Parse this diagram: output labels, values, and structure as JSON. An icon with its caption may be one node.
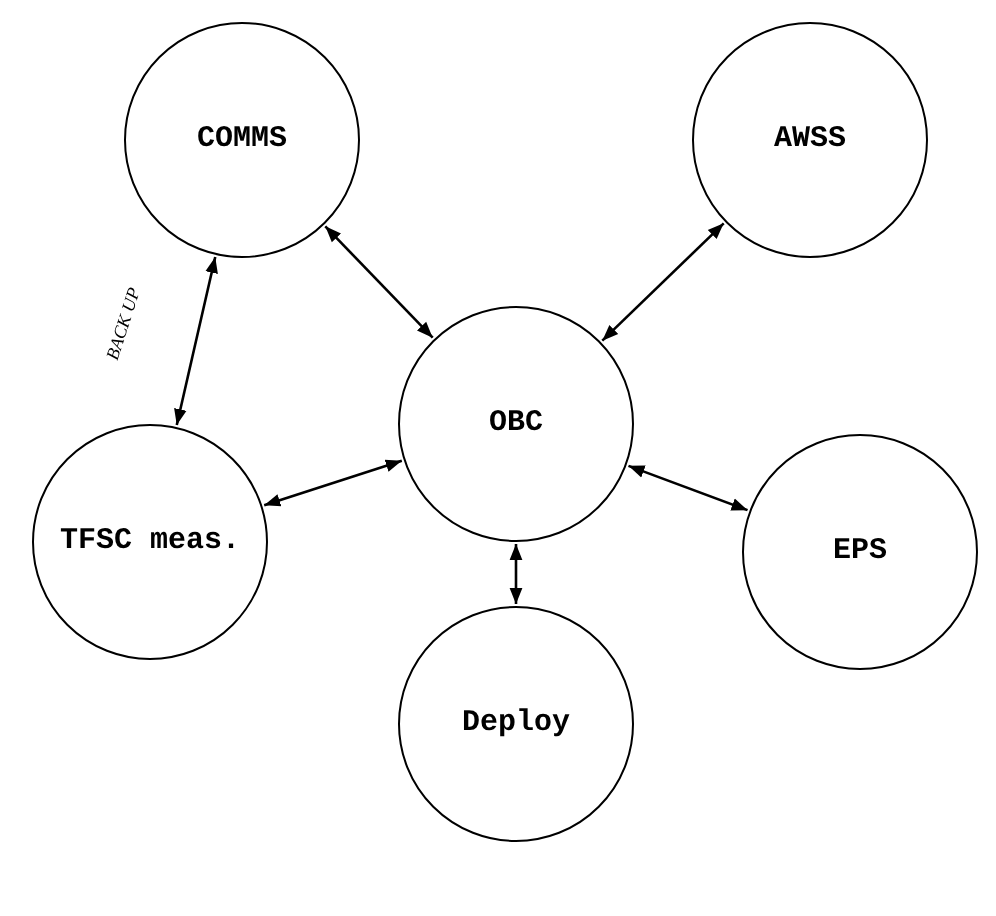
{
  "diagram": {
    "nodes": [
      {
        "text": [
          "COMMS"
        ]
      },
      {
        "text": [
          "AWSS"
        ]
      },
      {
        "text": [
          "OBC"
        ]
      },
      {
        "text": [
          "TFSC meas."
        ]
      },
      {
        "text": [
          "EPS"
        ]
      },
      {
        "text": [
          "Deploy"
        ]
      }
    ],
    "edges": [
      {
        "from": 0,
        "to": 2,
        "arrow": "both"
      },
      {
        "from": 1,
        "to": 2,
        "arrow": "both"
      },
      {
        "from": 0,
        "to": 3,
        "arrow": "both",
        "label": "BACK UP"
      },
      {
        "from": 3,
        "to": 2,
        "arrow": "both"
      },
      {
        "from": 4,
        "to": 2,
        "arrow": "both"
      },
      {
        "from": 5,
        "to": 2,
        "arrow": "both"
      }
    ]
  }
}
